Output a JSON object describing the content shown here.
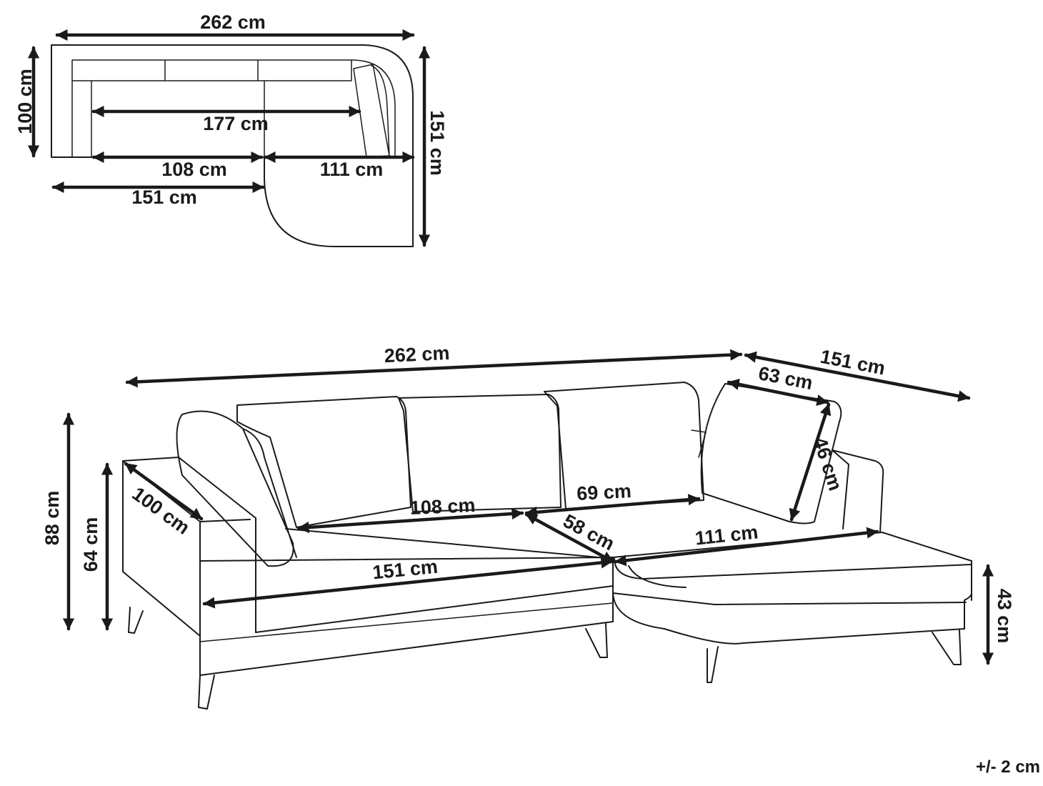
{
  "plan_view": {
    "overall_width": "262 cm",
    "depth": "100 cm",
    "chaise_depth": "151 cm",
    "seat_width": "177 cm",
    "left_seat_width": "108 cm",
    "chaise_seat_width": "111 cm",
    "main_section_width": "151 cm"
  },
  "perspective_view": {
    "overall_width": "262 cm",
    "chaise_length": "151 cm",
    "cushion_width": "63 cm",
    "cushion_height": "46 cm",
    "total_height": "88 cm",
    "arm_height": "64 cm",
    "depth": "100 cm",
    "left_seat_width": "108 cm",
    "middle_seat_width": "69 cm",
    "seat_depth": "58 cm",
    "chaise_seat_width": "111 cm",
    "main_section_width": "151 cm",
    "seat_height": "43 cm"
  },
  "tolerance": "+/- 2 cm"
}
